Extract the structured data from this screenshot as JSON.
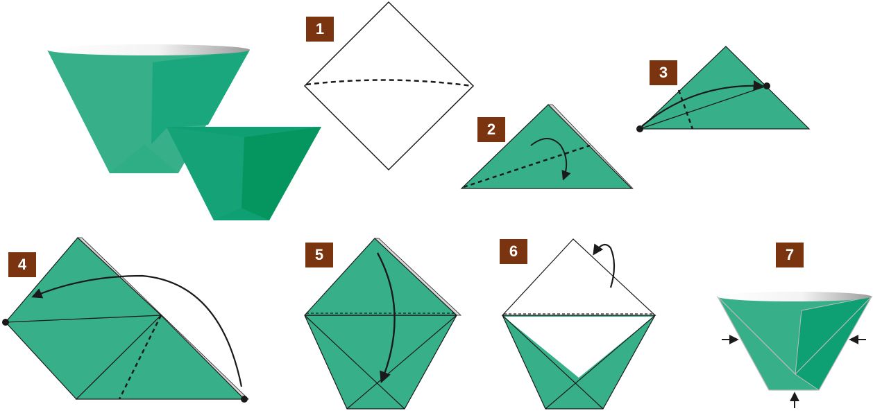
{
  "colors": {
    "paper_green": "#37b089",
    "paper_green_dark": "#0e9f73",
    "paper_green_deep": "#05955f",
    "badge_bg": "#7a3410",
    "line": "#1a1a1a",
    "paper_white": "#ffffff"
  },
  "steps": [
    {
      "label": "1"
    },
    {
      "label": "2"
    },
    {
      "label": "3"
    },
    {
      "label": "4"
    },
    {
      "label": "5"
    },
    {
      "label": "6"
    },
    {
      "label": "7"
    }
  ]
}
